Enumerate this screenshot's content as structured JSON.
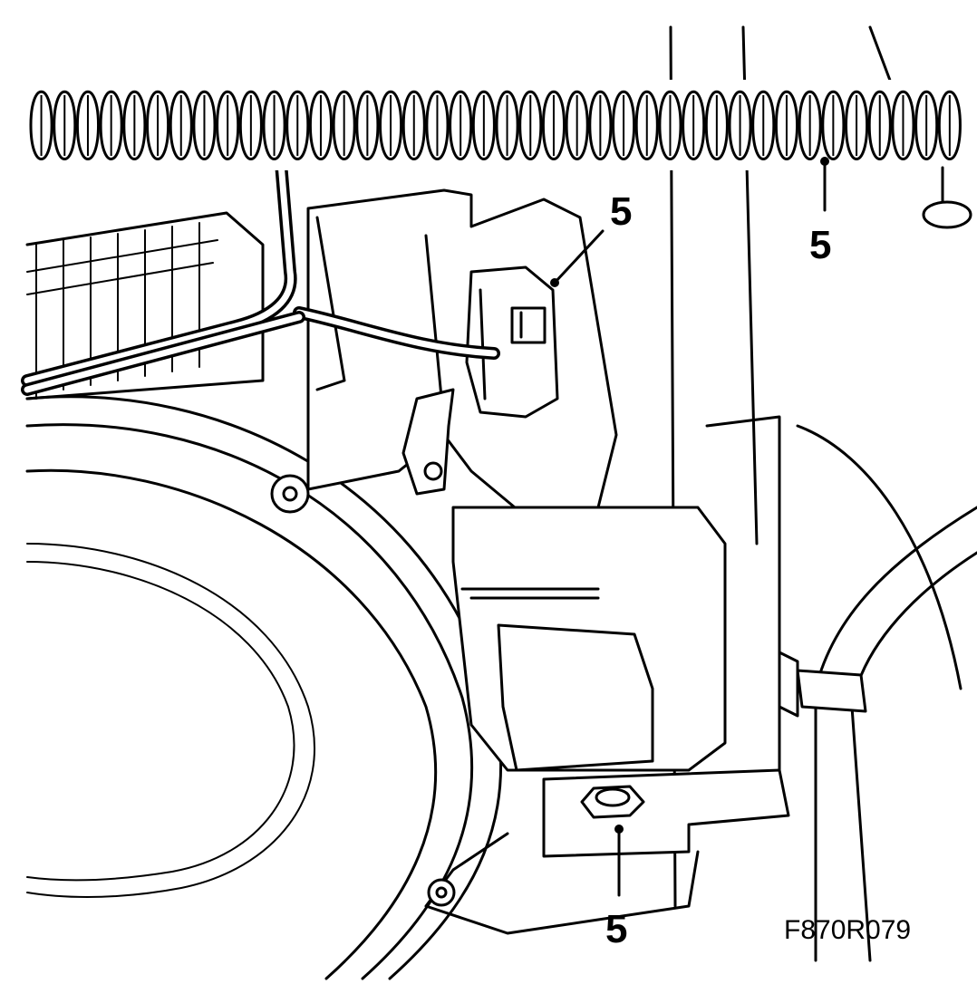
{
  "figure": {
    "reference_code": "F870R079",
    "callouts": [
      {
        "id": "hose-clip",
        "label": "5"
      },
      {
        "id": "connector",
        "label": "5"
      },
      {
        "id": "nut",
        "label": "5"
      }
    ]
  }
}
